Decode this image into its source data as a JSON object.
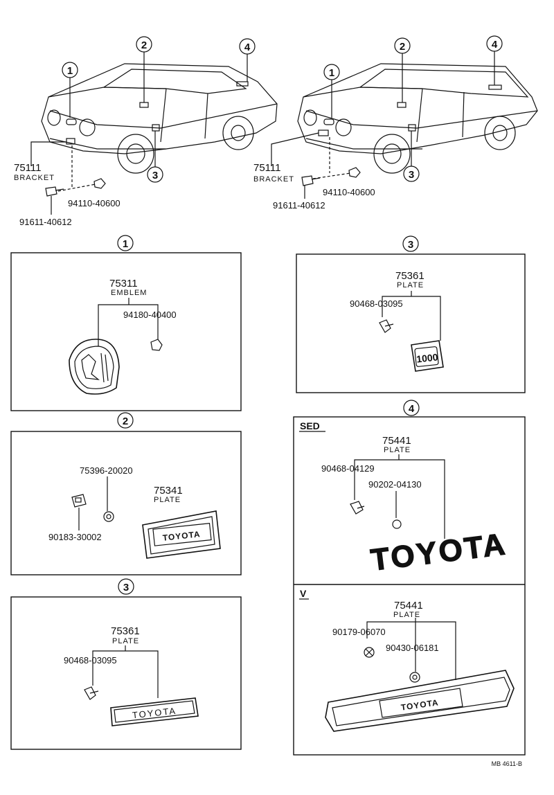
{
  "top_left": {
    "callouts": [
      "1",
      "2",
      "3",
      "4"
    ],
    "bracket_part": "75111",
    "bracket_label": "BRACKET",
    "bolt_part": "91611-40612",
    "nut_part": "94110-40600"
  },
  "top_right": {
    "callouts": [
      "1",
      "2",
      "3",
      "4"
    ],
    "bracket_part": "75111",
    "bracket_label": "BRACKET",
    "bolt_part": "91611-40612",
    "nut_part": "94110-40600"
  },
  "panel_1": {
    "header": "1",
    "main_part": "75311",
    "main_label": "EMBLEM",
    "nut_part": "94180-40400"
  },
  "panel_2": {
    "header": "2",
    "clip_part": "75396-20020",
    "main_part": "75341",
    "main_label": "PLATE",
    "retainer_part": "90183-30002",
    "plate_text": "TOYOTA"
  },
  "panel_3a": {
    "header": "3",
    "main_part": "75361",
    "main_label": "PLATE",
    "screw_part": "90468-03095",
    "plate_text": "TOYOTA"
  },
  "panel_3b": {
    "header": "3",
    "main_part": "75361",
    "main_label": "PLATE",
    "screw_part": "90468-03095",
    "plate_text": "1000"
  },
  "panel_4": {
    "header": "4",
    "sed": {
      "tag": "SED",
      "main_part": "75441",
      "main_label": "PLATE",
      "screw_part": "90468-04129",
      "nut_part": "90202-04130",
      "plate_text": "TOYOTA"
    },
    "v": {
      "tag": "V",
      "main_part": "75441",
      "main_label": "PLATE",
      "clip_part": "90179-06070",
      "nut_part": "90430-06181",
      "plate_text": "TOYOTA"
    }
  },
  "footer_code": "MB 4611-B"
}
